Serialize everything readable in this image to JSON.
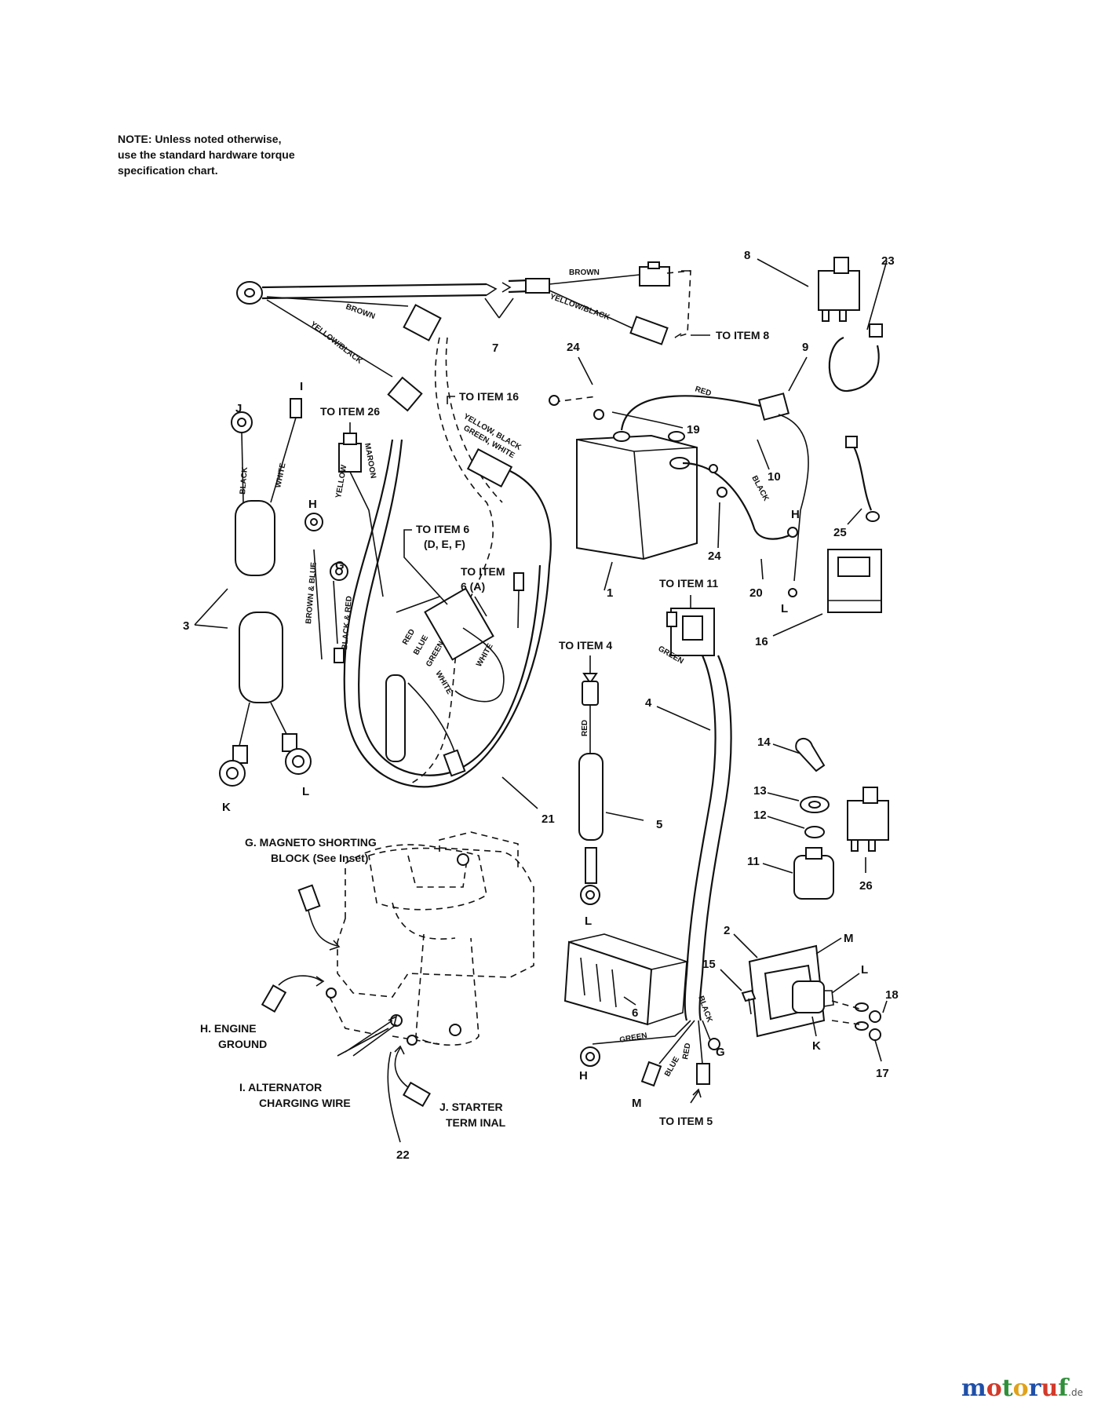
{
  "note": {
    "line1": "NOTE: Unless noted otherwise,",
    "line2": "use the standard hardware torque",
    "line3": "specification chart."
  },
  "callouts": {
    "to_item_8": "TO ITEM 8",
    "to_item_16": "TO ITEM 16",
    "to_item_26": "TO ITEM 26",
    "to_item_6_def_1": "TO ITEM 6",
    "to_item_6_def_2": "(D, E, F)",
    "to_item_6_a_1": "TO ITEM",
    "to_item_6_a_2": "6 (A)",
    "to_item_4": "TO ITEM 4",
    "to_item_11": "TO ITEM 11",
    "to_item_5": "TO ITEM 5",
    "magneto_1": "G.  MAGNETO SHORTING",
    "magneto_2": "BLOCK (See Inset)",
    "engine_ground_1": "H.  ENGINE",
    "engine_ground_2": "GROUND",
    "alternator_1": "I.  ALTERNATOR",
    "alternator_2": "CHARGING WIRE",
    "starter_1": "J.  STARTER",
    "starter_2": "TERM INAL"
  },
  "wire_colors": {
    "brown": "BROWN",
    "yellow_black": "YELLOW/BLACK",
    "red": "RED",
    "black": "BLACK",
    "white": "WHITE",
    "yellow": "YELLOW",
    "maroon": "MAROON",
    "brown_blue": "BROWN & BLUE",
    "black_red": "BLACK & RED",
    "green": "GREEN",
    "blue": "BLUE",
    "yellow_black_green_white_1": "YELLOW, BLACK",
    "yellow_black_green_white_2": "GREEN, WHITE"
  },
  "item_numbers": {
    "n1": "1",
    "n2": "2",
    "n3": "3",
    "n4": "4",
    "n5": "5",
    "n6": "6",
    "n7": "7",
    "n8": "8",
    "n9": "9",
    "n10": "10",
    "n11": "11",
    "n12": "12",
    "n13": "13",
    "n14": "14",
    "n15": "15",
    "n16": "16",
    "n17": "17",
    "n18": "18",
    "n19": "19",
    "n20": "20",
    "n21": "21",
    "n22": "22",
    "n23": "23",
    "n24a": "24",
    "n24b": "24",
    "n25": "25",
    "n26": "26"
  },
  "terminal_letters": {
    "j1": "J",
    "i1": "I",
    "h1": "H",
    "g1": "G",
    "k1": "K",
    "l1": "L",
    "h2": "H",
    "l2": "L",
    "l3": "L",
    "m1": "M",
    "l4": "L",
    "k2": "K",
    "h3": "H",
    "m2": "M",
    "g2": "G"
  },
  "watermark": {
    "brand": "motoruf",
    "tld": ".de"
  },
  "colors": {
    "ink": "#111111",
    "background": "#ffffff",
    "wm_m": "#1f4fa8",
    "wm_o1": "#d23a2a",
    "wm_t": "#2f8f3a",
    "wm_o2": "#e0a21b",
    "wm_r": "#1f4fa8",
    "wm_u": "#d23a2a",
    "wm_f": "#2f8f3a"
  }
}
